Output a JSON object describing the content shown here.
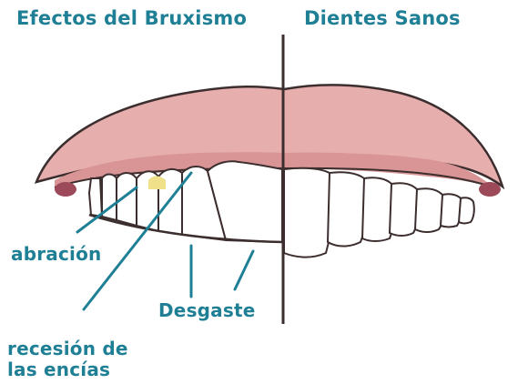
{
  "titles": {
    "left": "Efectos del Bruxismo",
    "right": "Dientes Sanos"
  },
  "labels": {
    "abrasion": "abración",
    "wear": "Desgaste",
    "recession_line1": "recesión de",
    "recession_line2": "las encías"
  },
  "colors": {
    "label_text": "#1f7f95",
    "gum": "#e3a6a6",
    "gum_dark": "#c98a8a",
    "tooth_outline": "#3c2e2e",
    "abrasion_spot": "#f1e08a"
  }
}
